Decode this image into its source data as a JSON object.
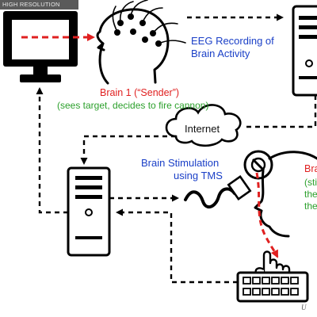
{
  "badge": "HIGH RESOLUTION",
  "labels": {
    "eeg_line1": "EEG Recording of",
    "eeg_line2": "Brain Activity",
    "brain1_title": "Brain 1 (“Sender”)",
    "brain1_note": "(sees target, decides to fire cannon)",
    "internet": "Internet",
    "stim_line1": "Brain Stimulation",
    "stim_line2": "using TMS",
    "brain2_line1": "Bra",
    "brain2_line2": "(sti",
    "brain2_line3": "the",
    "brain2_line4": "the",
    "credit": "U"
  },
  "colors": {
    "arrow_red": "#e02020",
    "text_blue": "#1a3fc7",
    "text_green": "#2ca02c",
    "outline": "#000000"
  },
  "icons": [
    "monitor-icon",
    "head-eeg-icon",
    "computer-tower-icon",
    "cloud-icon",
    "tms-coil-icon",
    "head-receiver-icon",
    "hand-icon",
    "keyboard-icon"
  ]
}
